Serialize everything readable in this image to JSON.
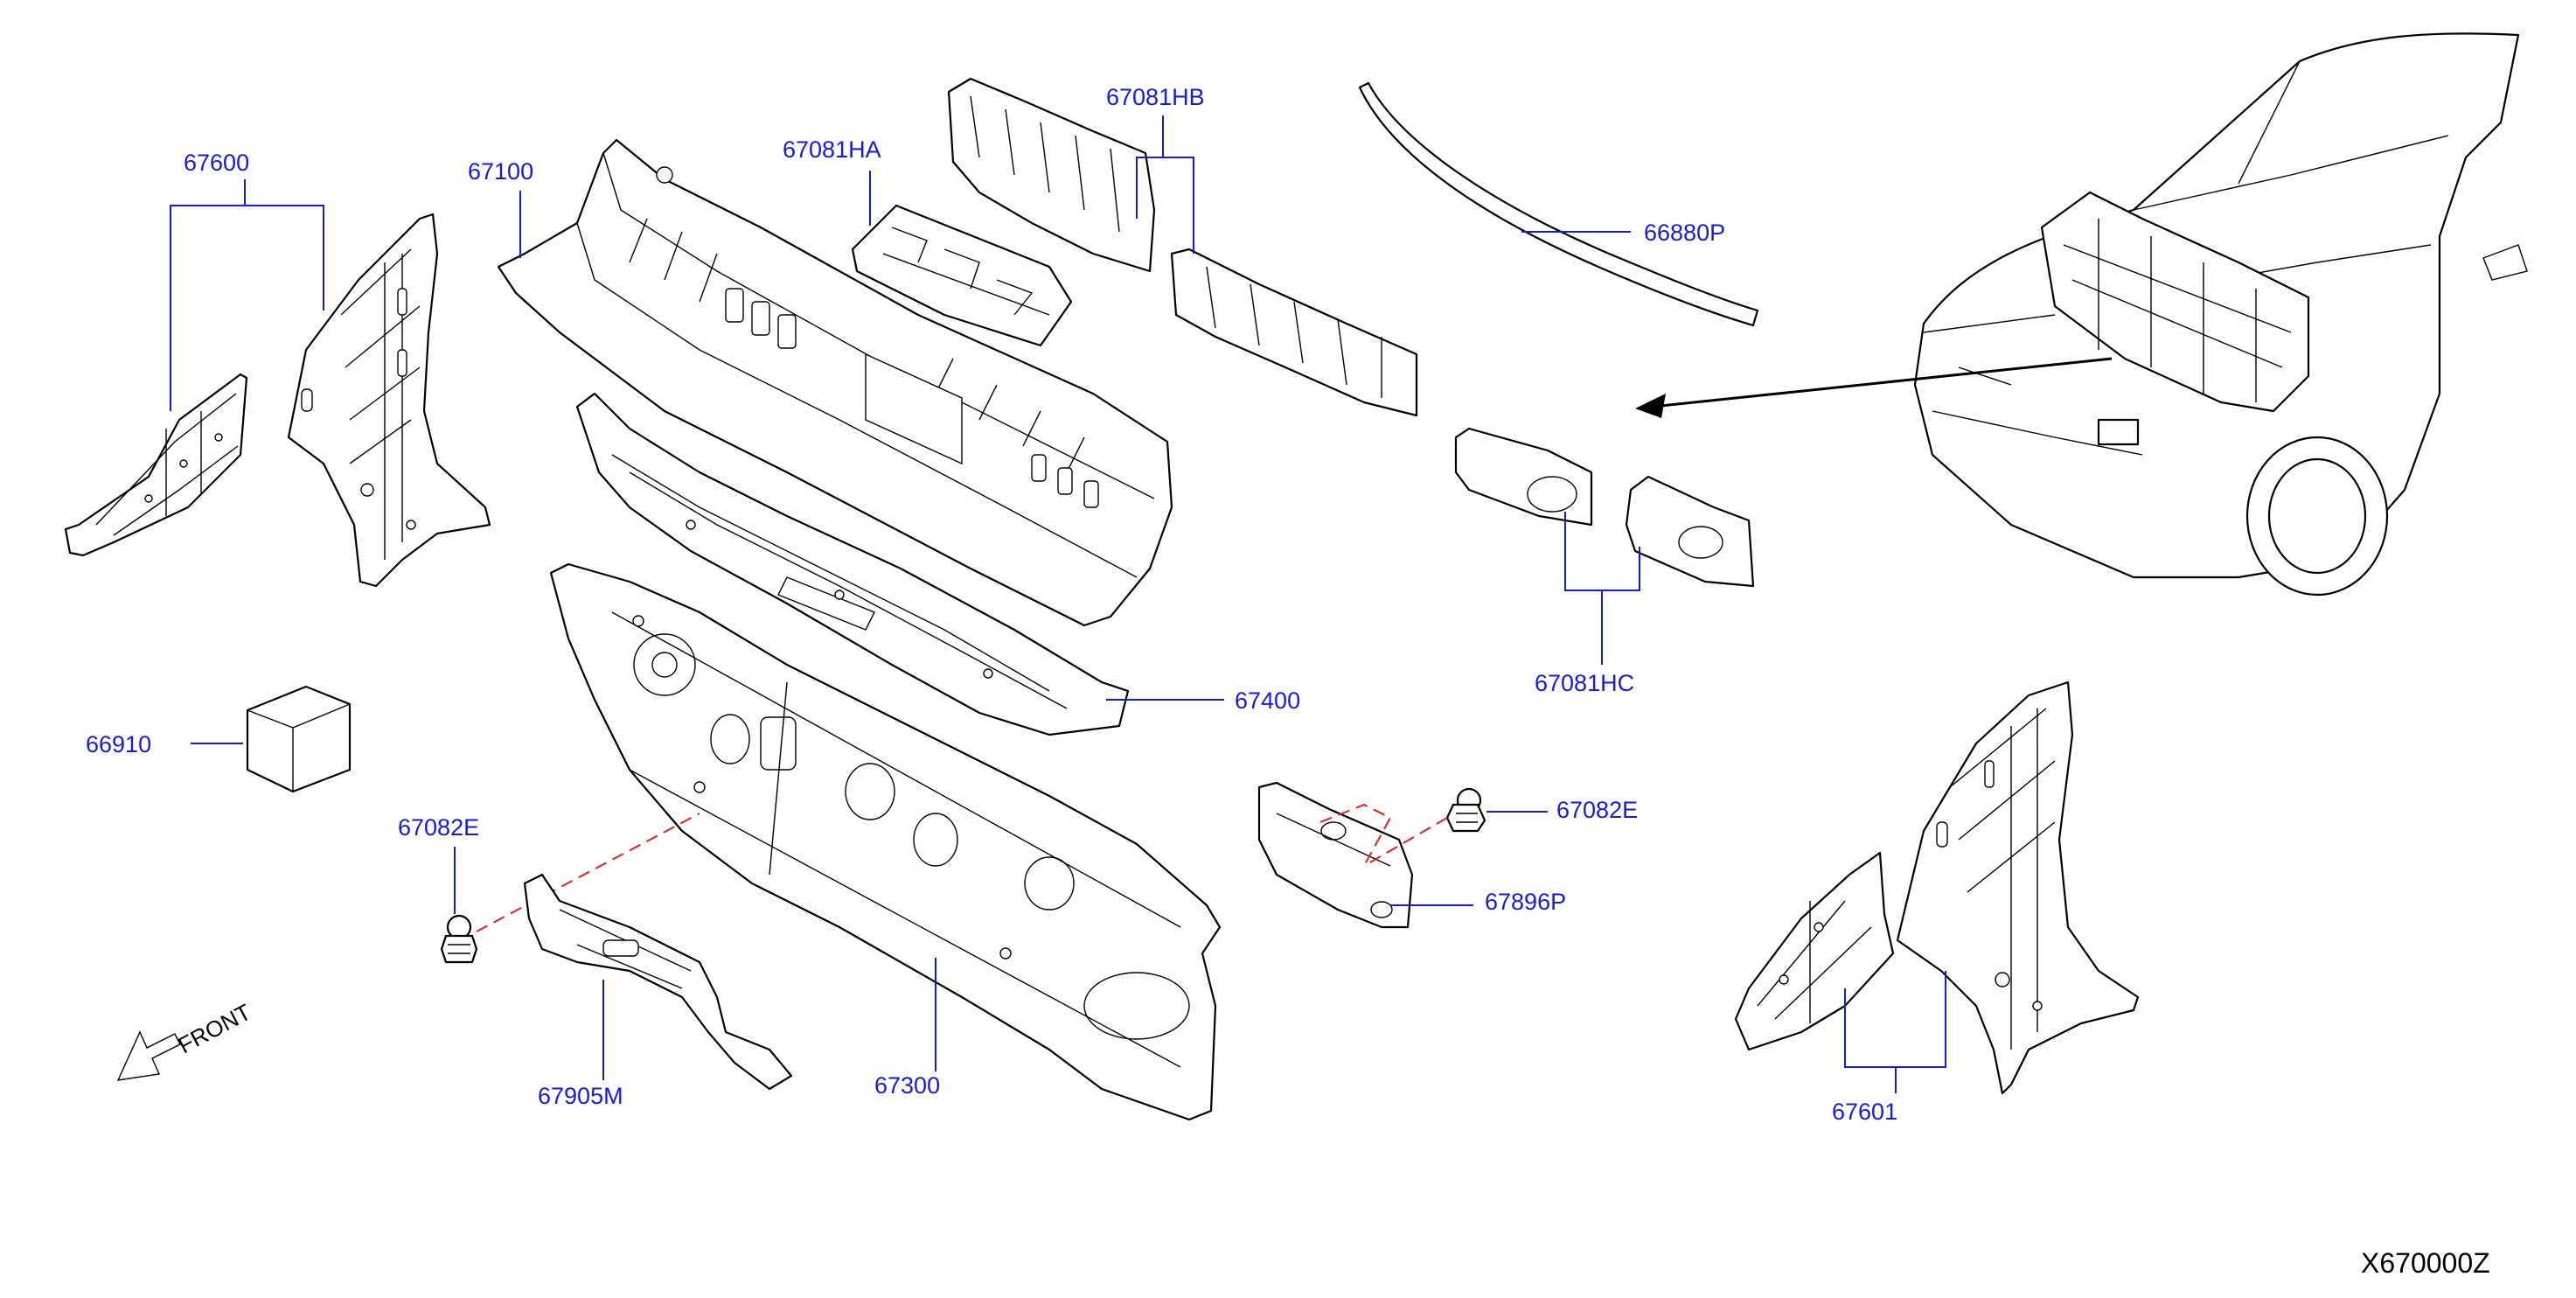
{
  "diagram": {
    "labels": {
      "p67600": "67600",
      "p67100": "67100",
      "p67081HA": "67081HA",
      "p67081HB": "67081HB",
      "p66880P": "66880P",
      "p67081HC": "67081HC",
      "p67400": "67400",
      "p66910": "66910",
      "p67082E_left": "67082E",
      "p67082E_right": "67082E",
      "p67896P": "67896P",
      "p67905M": "67905M",
      "p67300": "67300",
      "p67601": "67601"
    },
    "front_label": "FRONT",
    "diagram_code": "X670000Z",
    "colors": {
      "label": "#1a1ad6",
      "line": "#000000",
      "dashed_guide": "#e02020"
    }
  }
}
